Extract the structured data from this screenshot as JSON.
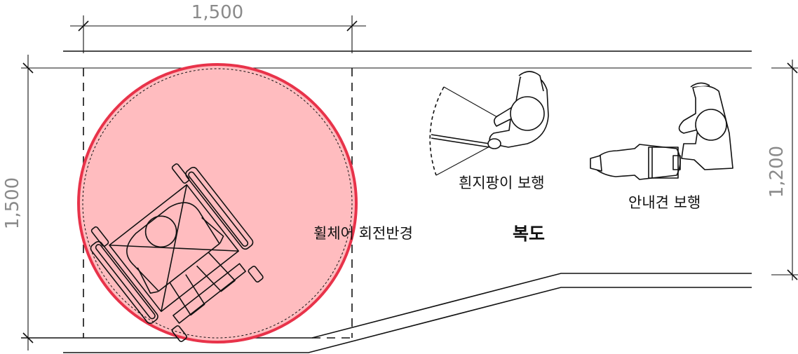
{
  "dimensions": {
    "top_width": "1,500",
    "left_height": "1,500",
    "right_height": "1,200"
  },
  "labels": {
    "wheelchair": "휠체어 회전반경",
    "cane": "흰지팡이 보행",
    "guide_dog": "안내견 보행",
    "corridor": "복도"
  },
  "colors": {
    "turn_circle_fill": "#ffbcbf",
    "turn_circle_stroke": "#e8334a",
    "line": "#111111",
    "dimension_text": "#8a8a8a"
  }
}
